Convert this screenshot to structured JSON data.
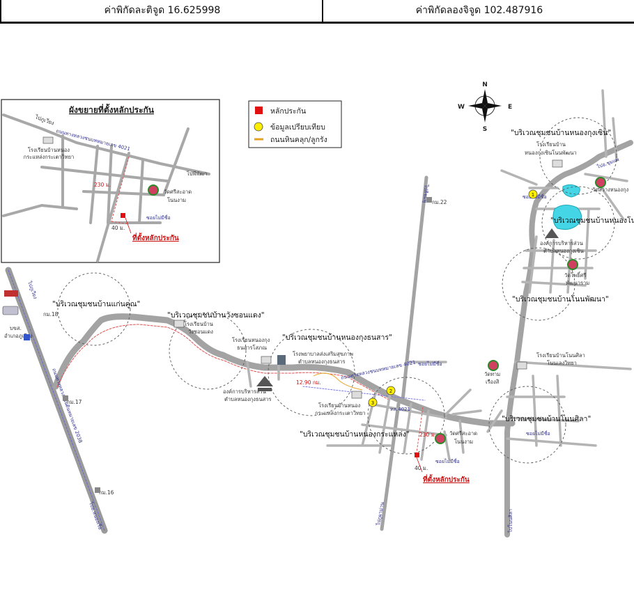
{
  "header": {
    "latitude": "ค่าพิกัดละติจูด 16.625998",
    "longitude": "ค่าพิกัดลองจิจูด 102.487916"
  },
  "legend": {
    "items": [
      {
        "label": "หลักประกัน",
        "color": "#e01010"
      },
      {
        "label": "ข้อมูลเปรียบเทียบ",
        "color": "#ffee00"
      },
      {
        "label": "ถนนหินคลุก/ลูกรัง",
        "color": "#e8a020"
      }
    ]
  },
  "compass": {
    "n": "N",
    "s": "S",
    "e": "E",
    "w": "W"
  },
  "inset": {
    "title": "ผังขยายที่ตั้งหลักประกัน",
    "to_phu_wiang": "ไปภูเวียง",
    "to_phon_rd": "ไปพีพัฒา",
    "school": "โรงเรียนบ้านหนอง",
    "school2": "กระแหล่งกระเตาวิทยา",
    "temple": "วัดศรีสะอาด",
    "temple2": "โนนงาม",
    "dist1": "230 ม.",
    "dist2": "40 ม.",
    "site": "ที่ตั้งหลักประกัน",
    "highway": "ถนนทางหลวงชนบทหมายเลข 4021",
    "soi": "ซอยไม่มีชื่อ"
  },
  "areas": {
    "kaenkhun": "\"บริเวณชุมชนบ้านแก่นคูณ\"",
    "wangsondaeng": "\"บริเวณชุมชนบ้านวังซอนแดง\"",
    "nongkungthanasan": "\"บริเวณชุมชนบ้านหนองกุงธนสาร\"",
    "nongkrahang": "\"บริเวณชุมชนบ้านหนองกระแหล่ง\"",
    "nongkungsoen": "\"บริเวณชุมชนบ้านหนองกุงเซิน\"",
    "nongno": "\"บริเวณชุมชนบ้านหนองโน\"",
    "nonphatthana": "\"บริเวณชุมชนบ้านโนนพัฒนา\"",
    "nonsila": "\"บริเวณชุมชนบ้านโนนศิลา\""
  },
  "places": {
    "km18": "กม.18",
    "km17": "กม.17",
    "km16": "กม.16",
    "km22": "กม.22",
    "bus": "บขส.",
    "bus2": "อำเภอภูเวียง",
    "sch_wang": "โรงเรียนบ้าน",
    "sch_wang2": "วังซอนแดง",
    "sch_nongkung": "โรงเรียนหนองกุง",
    "sch_nongkung2": "ธนสารโสภณ",
    "hospital": "โรงพยาบาลส่งเสริมสุขภาพ",
    "hospital2": "ตำบลหนองกุงธนสาร",
    "obt": "องค์การบริหารส่วน",
    "obt2": "ตำบลหนองกุงธนสาร",
    "dist_main": "12.90 กม.",
    "sch_krahang": "โรงเรียนบ้านหนอง",
    "sch_krahang2": "กระแหล่งกระเตาวิทยา",
    "temple_sri": "วัดศรีสะอาด",
    "temple_sri2": "โนนงาม",
    "dist230": "230 ม.",
    "dist40": "40 ม.",
    "site": "ที่ตั้งหลักประกัน",
    "sch_soen": "โรงเรียนบ้าน",
    "sch_soen2": "หนองกุงเซินโนนพัฒนา",
    "temple_sawang": "วัดสว่างหนองกุง",
    "obt_soen": "องค์การบริหารส่วน",
    "obt_soen2": "ตำบลหนองกุงเซิน",
    "temple_phat": "วัดโพธิ์ศรี",
    "temple_phat2": "พัฒนาราม",
    "sch_sila": "โรงเรียนบ้านโนนศิลา",
    "sch_sila2": "โนนเลงวิทยา",
    "temple_tham": "วัดทาม",
    "temple_tham2": "เรืองสิ",
    "to_phuwiang": "ไปภูเวียง",
    "to_phon": "ไปพล",
    "to_sidi": "ไปสีชมพู",
    "to_khonkaen": "ไปอ.หนองเรือ",
    "to_nonsila": "ไปโนนศิลา",
    "to_phupha": "ไปภูผาม่าน",
    "to_chumphae": "ไปอ.ชุมแพ",
    "rd_main": "ถนนทางหลวงแผ่นดินหมายเลข 2038",
    "rd_4021": "ถนนทางหลวงชนบทหมายเลข 4021",
    "soi": "ซอยไม่มีชื่อ",
    "hw": "ทล.4021"
  },
  "markers": {
    "m1": "1",
    "m2": "2",
    "m3": "3"
  }
}
